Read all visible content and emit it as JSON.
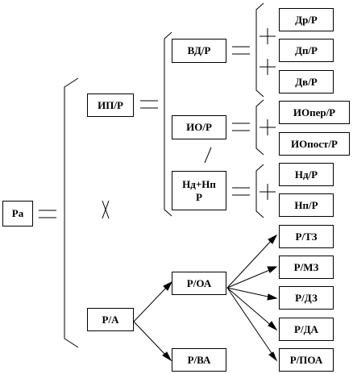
{
  "nodes": {
    "ra": "Ра",
    "ip_r": "ИП/Р",
    "r_a": "Р/А",
    "vd_r": "ВД/Р",
    "io_r": "ИО/Р",
    "nd_np_numerator": "Нд+Нп",
    "nd_np_denominator": "Р",
    "dr_r": "Др/Р",
    "dp_r": "Дп/Р",
    "dv_r": "Дв/Р",
    "io_per_r": "ИОпер/Р",
    "io_post_r": "ИОпост/Р",
    "nd_r": "Нд/Р",
    "np_r": "Нп/Р",
    "r_oa": "Р/ОА",
    "r_va": "Р/ВА",
    "r_tz": "Р/ТЗ",
    "r_mz": "Р/МЗ",
    "r_dz": "Р/ДЗ",
    "r_da": "Р/ДА",
    "r_poa": "Р/ПОА"
  },
  "operators": {
    "equals": "=",
    "plus": "+",
    "times": "X",
    "divide": "/"
  }
}
